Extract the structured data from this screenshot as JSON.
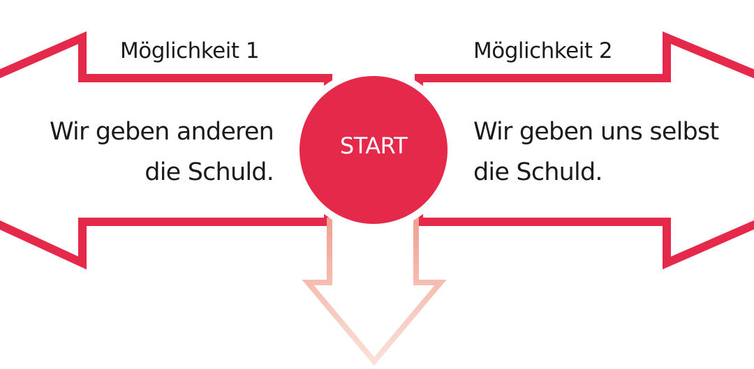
{
  "center": {
    "label": "START"
  },
  "option_left": {
    "title": "Möglichkeit 1",
    "lines": [
      "Wir geben anderen",
      "die Schuld."
    ]
  },
  "option_right": {
    "title": "Möglichkeit 2",
    "lines": [
      "Wir geben uns selbst",
      "die Schuld."
    ]
  },
  "colors": {
    "accent": "#e5294a",
    "down_arrow_top": "#f0a090",
    "down_arrow_bottom": "#fbe0d8",
    "background": "#ffffff",
    "text": "#1a1a1a"
  }
}
